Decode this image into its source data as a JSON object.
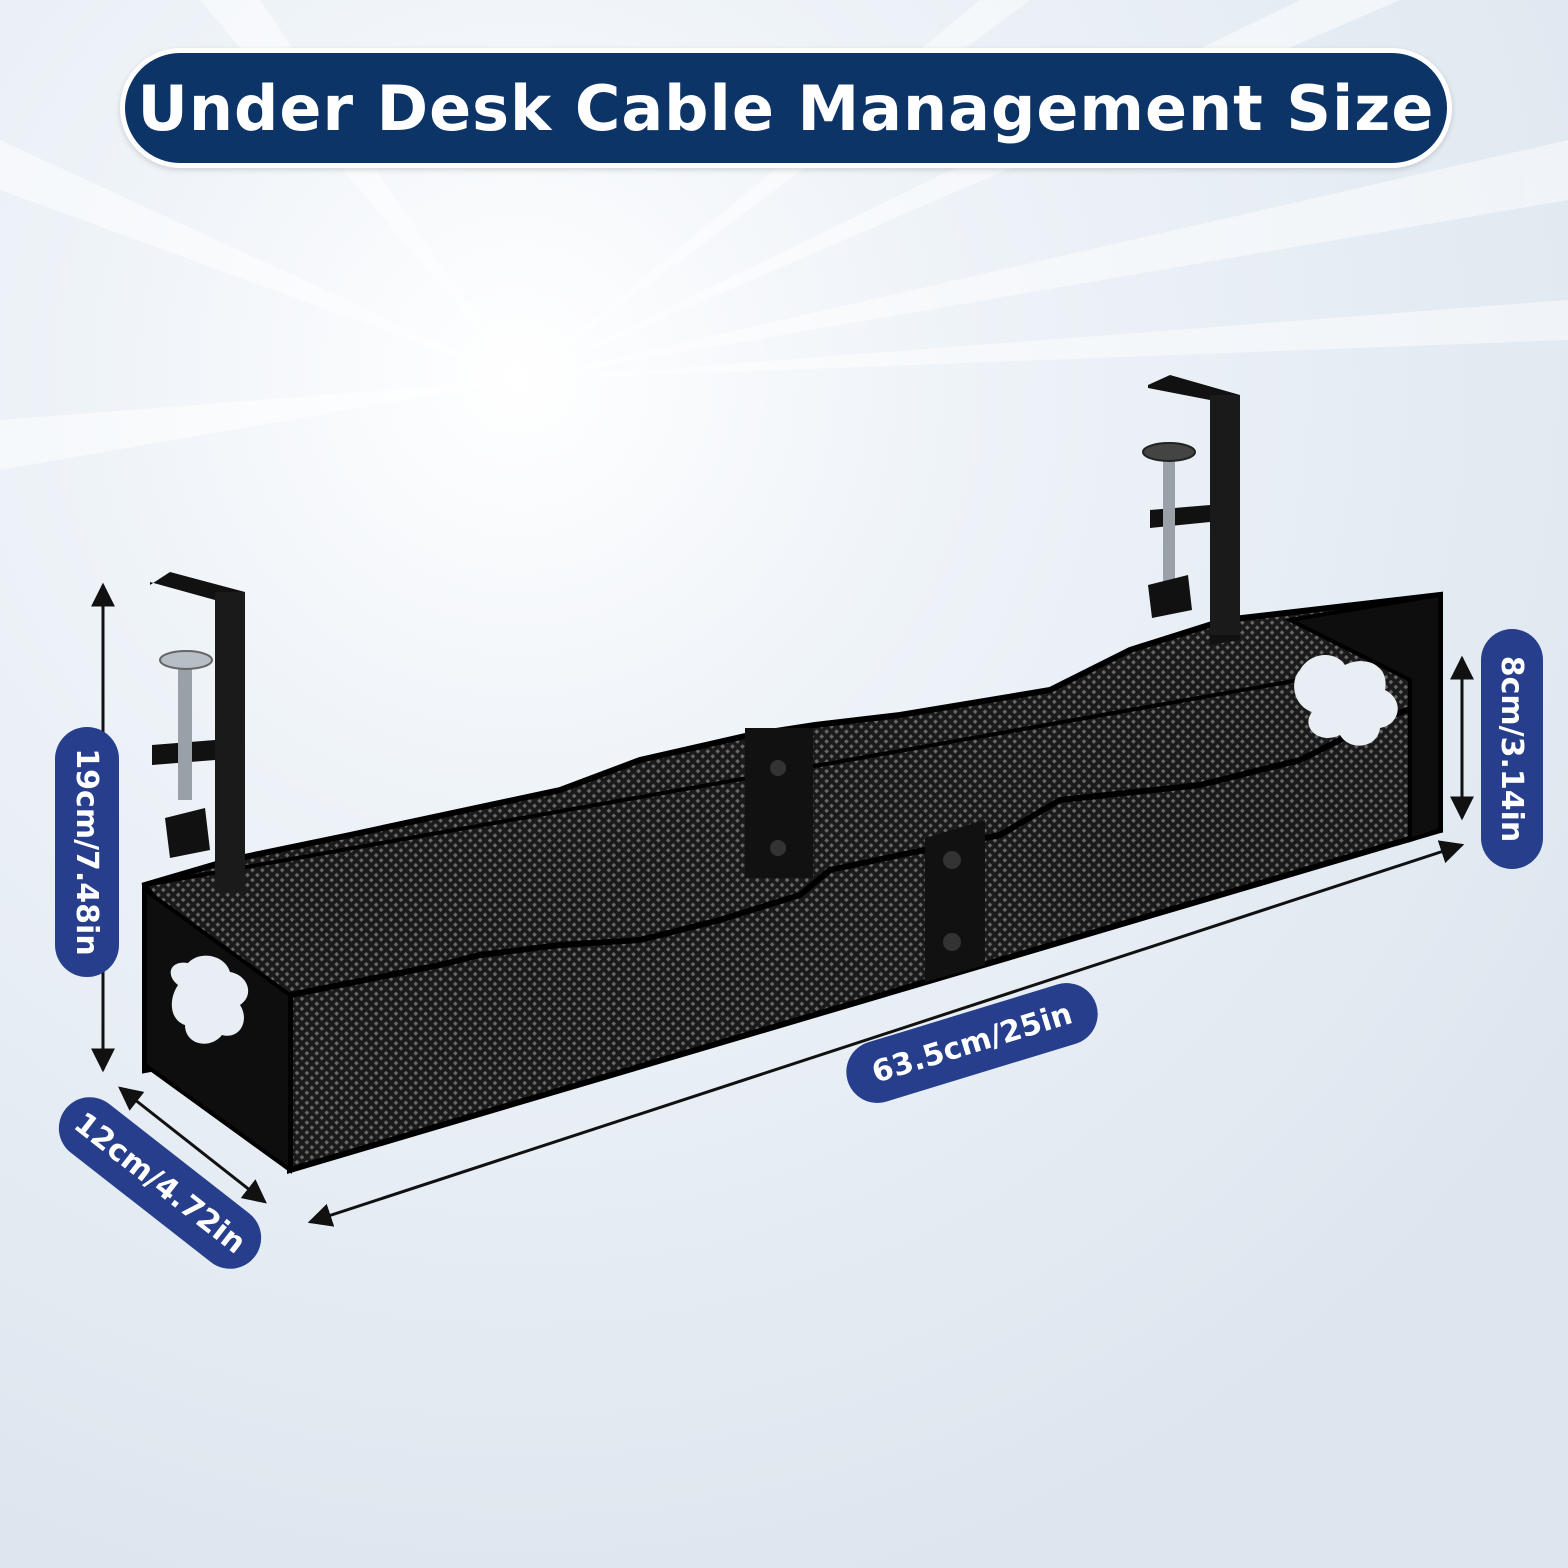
{
  "title": "Under Desk Cable Management Size",
  "dimensions": {
    "height": "19cm/7.48in",
    "tray_height": "8cm/3.14in",
    "length": "63.5cm/25in",
    "depth": "12cm/4.72in"
  },
  "colors": {
    "title_background": "#0d3466",
    "label_background": "#263e8c",
    "text": "#ffffff",
    "product": "#111111",
    "background": "#e7eef5"
  }
}
